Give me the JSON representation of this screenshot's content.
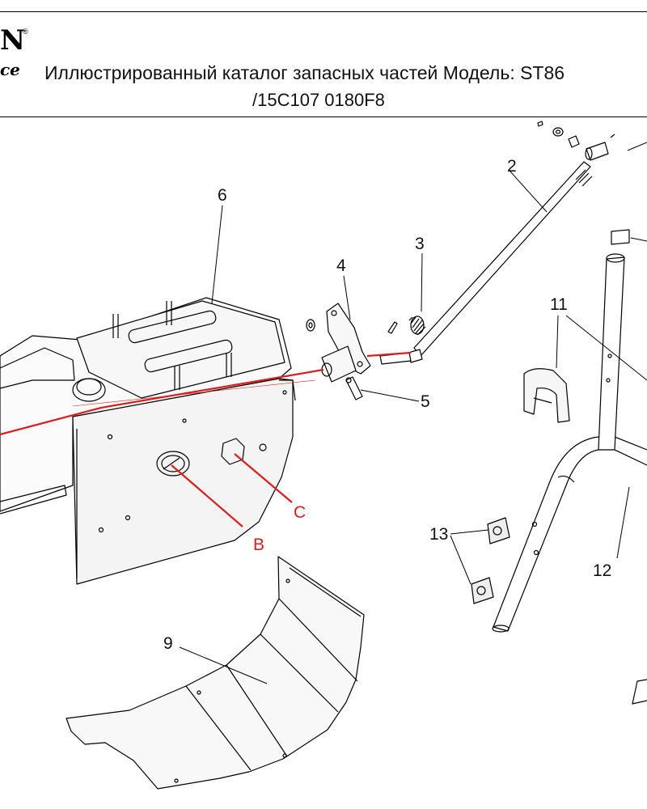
{
  "header": {
    "logo_text": "N",
    "logo_registered": "®",
    "logo_subtext": "ce",
    "title_line1": "Иллюстрированный каталог запасных частей Модель: ST86",
    "title_line2": "/15C107 0180F8"
  },
  "diagram": {
    "callouts": [
      "2",
      "3",
      "4",
      "5",
      "6",
      "9",
      "11",
      "12",
      "13"
    ],
    "reference_letters": [
      "B",
      "C"
    ],
    "colors": {
      "line": "#000000",
      "reference": "#d81e1e",
      "panel_fill": "#f4f4f4"
    }
  }
}
